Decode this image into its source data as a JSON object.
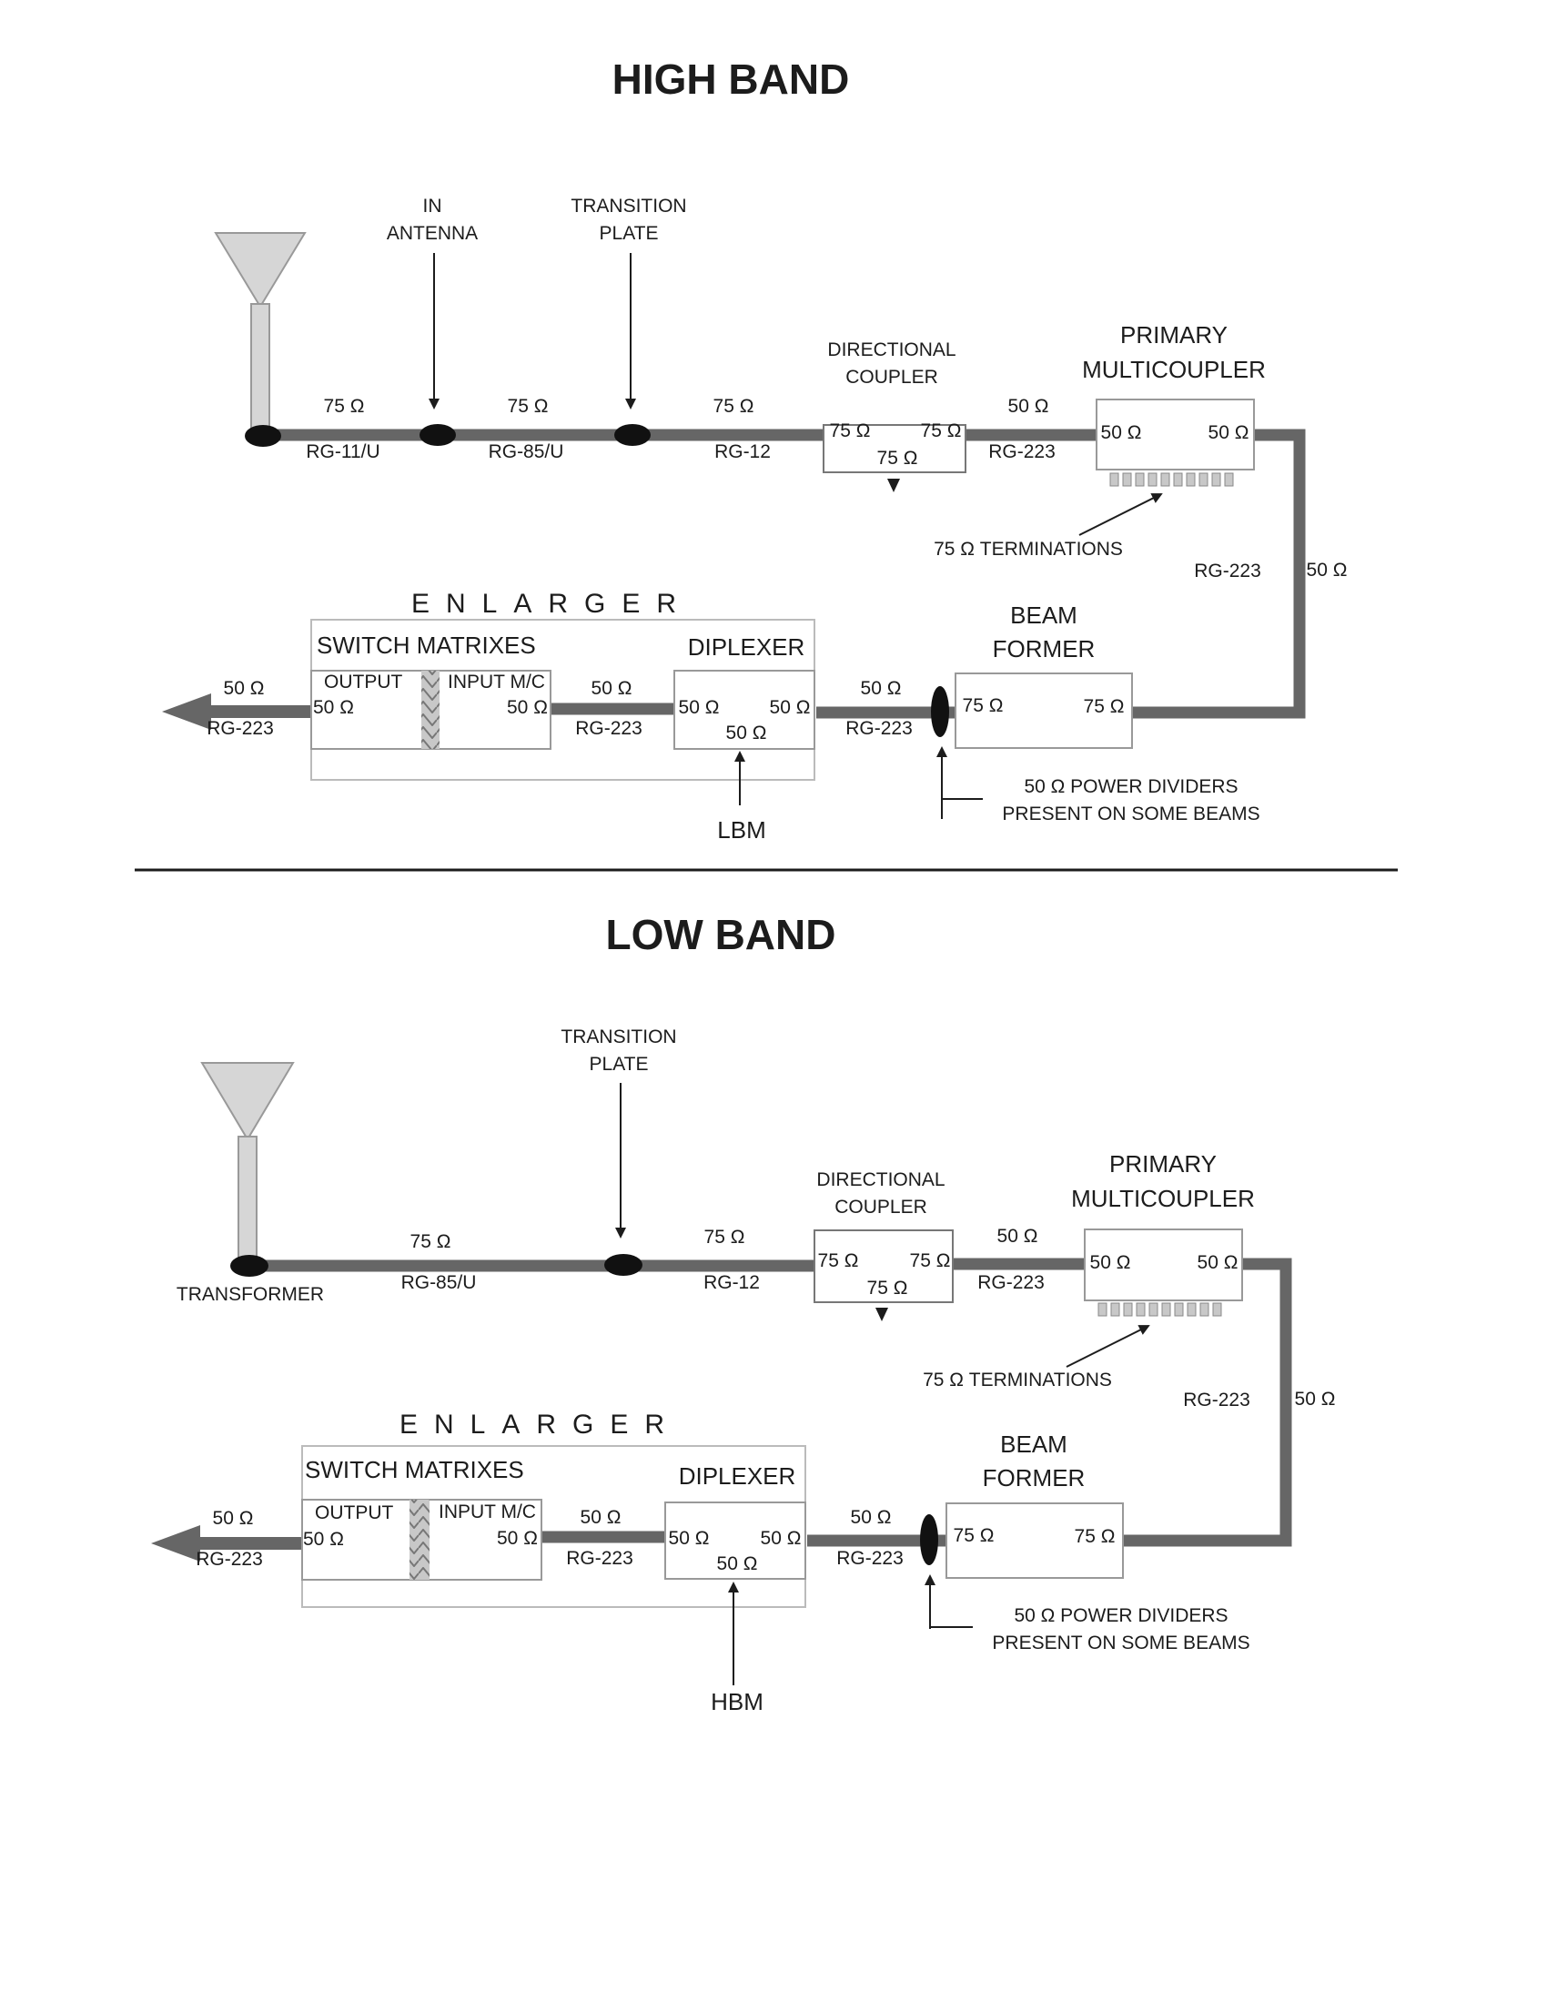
{
  "high": {
    "title": "HIGH BAND",
    "in_antenna": [
      "IN",
      "ANTENNA"
    ],
    "transition": [
      "TRANSITION",
      "PLATE"
    ],
    "ohm_75": "75 Ω",
    "ohm_50": "50 Ω",
    "rg11": "RG-11/U",
    "rg85": "RG-85/U",
    "rg12": "RG-12",
    "rg223": "RG-223",
    "dc": [
      "DIRECTIONAL",
      "COUPLER"
    ],
    "pm": [
      "PRIMARY",
      "MULTICOUPLER"
    ],
    "terminations": "75 Ω  TERMINATIONS",
    "bf": [
      "BEAM",
      "FORMER"
    ],
    "enlarger": "ENLARGER",
    "switch": "SWITCH MATRIXES",
    "output": "OUTPUT",
    "input": "INPUT M/C",
    "diplexer": "DIPLEXER",
    "pd": [
      "50 Ω  POWER DIVIDERS",
      "PRESENT ON SOME BEAMS"
    ],
    "lbm": "LBM"
  },
  "low": {
    "title": "LOW BAND",
    "transition": [
      "TRANSITION",
      "PLATE"
    ],
    "transformer": "TRANSFORMER",
    "ohm_75": "75 Ω",
    "ohm_50": "50 Ω",
    "rg85": "RG-85/U",
    "rg12": "RG-12",
    "rg223": "RG-223",
    "dc": [
      "DIRECTIONAL",
      "COUPLER"
    ],
    "pm": [
      "PRIMARY",
      "MULTICOUPLER"
    ],
    "terminations": "75 Ω  TERMINATIONS",
    "bf": [
      "BEAM",
      "FORMER"
    ],
    "enlarger": "ENLARGER",
    "switch": "SWITCH MATRIXES",
    "output": "OUTPUT",
    "input": "INPUT M/C",
    "diplexer": "DIPLEXER",
    "pd": [
      "50 Ω  POWER DIVIDERS",
      "PRESENT ON SOME BEAMS"
    ],
    "hbm": "HBM"
  }
}
